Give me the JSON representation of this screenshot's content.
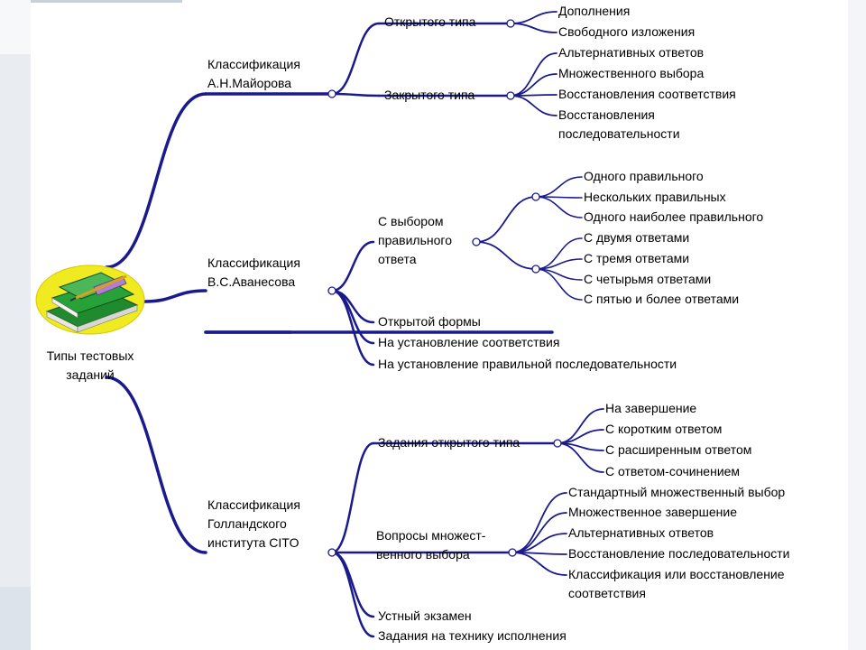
{
  "root": {
    "lines": [
      "Типы тестовых",
      "заданий"
    ],
    "icon": "books-icon"
  },
  "colors": {
    "link": "#1a1a8c",
    "node_fill": "#ffffff",
    "icon_bg": "#f0ea20"
  },
  "branches": [
    {
      "lines": [
        "Классификация",
        "А.Н.Майорова"
      ],
      "children": [
        {
          "label": "Открытого типа",
          "items": [
            [
              "Дополнения"
            ],
            [
              "Свободного изложения"
            ]
          ]
        },
        {
          "label": "Закрытого типа",
          "items": [
            [
              "Альтернативных ответов"
            ],
            [
              "Множественного выбора"
            ],
            [
              "Восстановления соответствия"
            ],
            [
              "Восстановления",
              "последовательности"
            ]
          ]
        }
      ]
    },
    {
      "lines": [
        "Классификация",
        "В.С.Аванесова"
      ],
      "children": [
        {
          "lines": [
            "С выбором",
            "правильного",
            "ответа"
          ],
          "groups": [
            [
              "Одного правильного",
              "Нескольких правильных",
              "Одного наиболее правильного"
            ],
            [
              "С двумя ответами",
              "С тремя ответами",
              "С четырьмя ответами",
              "С пятью и более ответами"
            ]
          ]
        },
        {
          "label": "Открытой формы"
        },
        {
          "label": "На установление соответствия"
        },
        {
          "label": "На установление правильной последовательности"
        }
      ]
    },
    {
      "lines": [
        "Классификация",
        "Голландского",
        "института CITO"
      ],
      "children": [
        {
          "label": "Задания открытого типа",
          "items": [
            [
              "На завершение"
            ],
            [
              "С коротким ответом"
            ],
            [
              "С расширенным ответом"
            ],
            [
              "С ответом-сочинением"
            ]
          ]
        },
        {
          "lines": [
            "Вопросы множест-",
            "венного выбора"
          ],
          "items": [
            [
              "Стандартный множественный выбор"
            ],
            [
              "Множественное завершение"
            ],
            [
              "Альтернативных ответов"
            ],
            [
              "Восстановление последовательности"
            ],
            [
              "Классификация или восстановление",
              "соответствия"
            ]
          ]
        },
        {
          "label": "Устный экзамен"
        },
        {
          "label": "Задания на технику исполнения"
        }
      ]
    }
  ]
}
